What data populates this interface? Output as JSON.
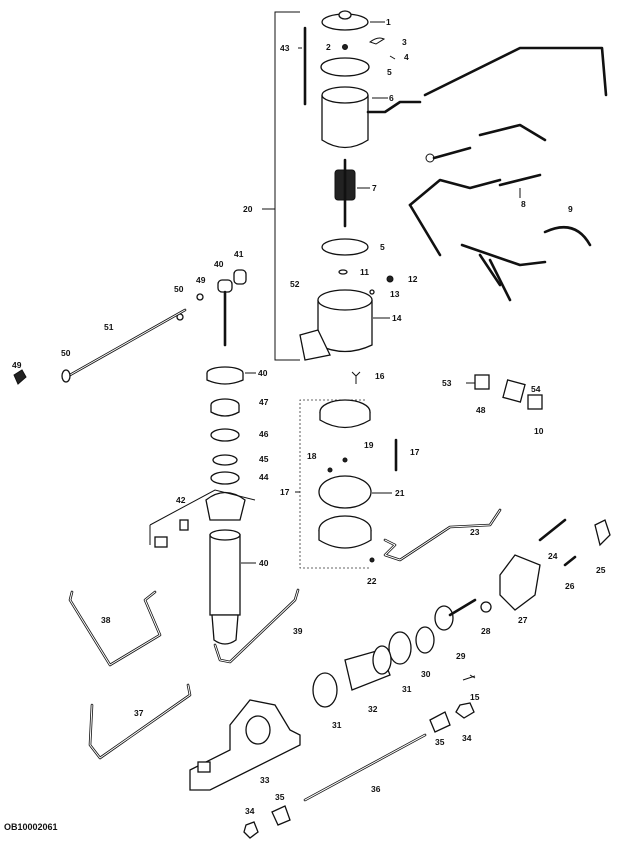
{
  "diagram": {
    "code": "OB10002061",
    "labels": [
      "1",
      "2",
      "3",
      "4",
      "5",
      "6",
      "43",
      "20",
      "7",
      "8",
      "9",
      "5",
      "11",
      "52",
      "12",
      "13",
      "41",
      "40",
      "49",
      "50",
      "51",
      "49",
      "50",
      "14",
      "40",
      "16",
      "53",
      "54",
      "48",
      "10",
      "47",
      "46",
      "19",
      "18",
      "17",
      "45",
      "44",
      "17",
      "21",
      "42",
      "23",
      "24",
      "40",
      "25",
      "26",
      "22",
      "27",
      "38",
      "28",
      "39",
      "29",
      "30",
      "31",
      "15",
      "32",
      "37",
      "31",
      "34",
      "35",
      "33",
      "36",
      "35",
      "34"
    ]
  }
}
